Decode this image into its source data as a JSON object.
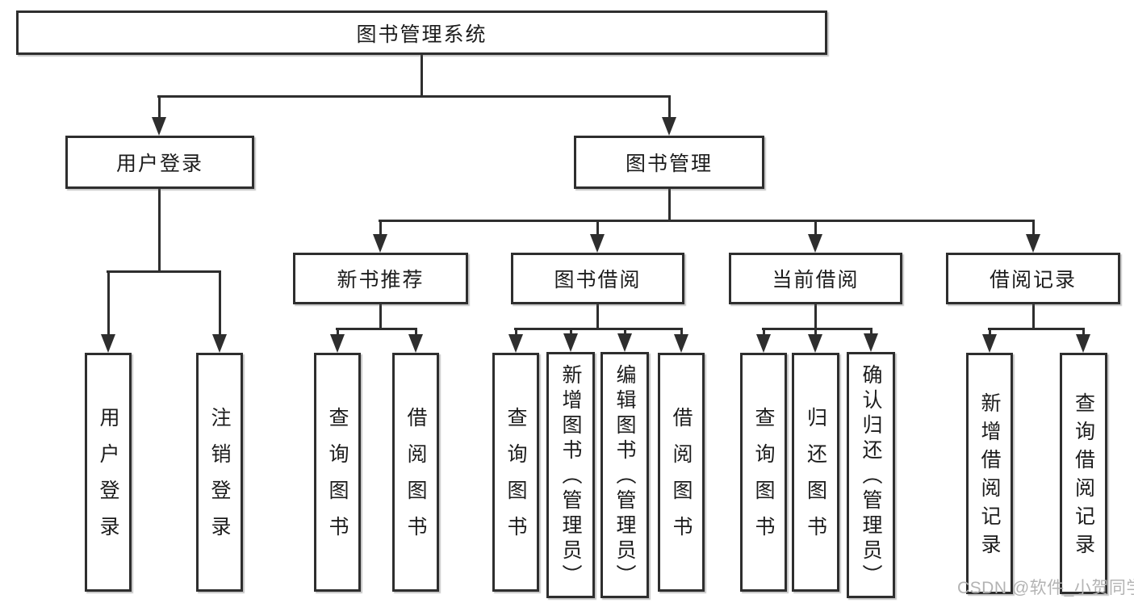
{
  "root": {
    "label": "图书管理系统"
  },
  "branches": [
    {
      "label": "用户登录",
      "children": [
        {
          "label": "用户登录"
        },
        {
          "label": "注销登录"
        }
      ]
    },
    {
      "label": "图书管理",
      "children": [
        {
          "label": "新书推荐",
          "children": [
            {
              "label": "查询图书"
            },
            {
              "label": "借阅图书"
            }
          ]
        },
        {
          "label": "图书借阅",
          "children": [
            {
              "label": "查询图书"
            },
            {
              "label": "新增图书（管理员）"
            },
            {
              "label": "编辑图书（管理员）"
            },
            {
              "label": "借阅图书"
            }
          ]
        },
        {
          "label": "当前借阅",
          "children": [
            {
              "label": "查询图书"
            },
            {
              "label": "归还图书"
            },
            {
              "label": "确认归还（管理员）"
            }
          ]
        },
        {
          "label": "借阅记录",
          "children": [
            {
              "label": "新增借阅记录"
            },
            {
              "label": "查询借阅记录"
            }
          ]
        }
      ]
    }
  ],
  "watermark": {
    "text": "CSDN @软件_小贺同学"
  },
  "colors": {
    "line": "#2e2e2e",
    "text": "#1c1c1c",
    "watermark": "#b3b3b3"
  }
}
